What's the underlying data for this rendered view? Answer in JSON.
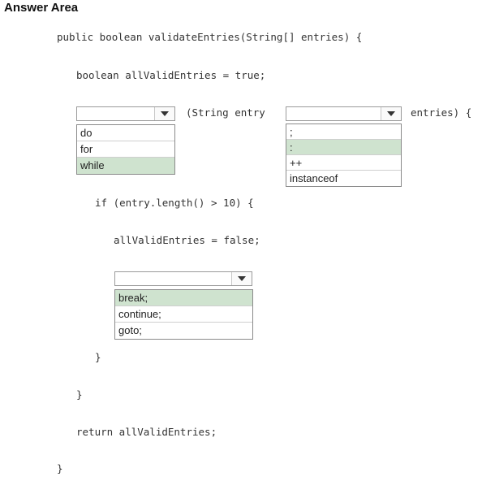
{
  "title": "Answer Area",
  "code": {
    "line1": "public boolean validateEntries(String[] entries) {",
    "line2": "boolean allValidEntries = true;",
    "loop_middle": "(String entry",
    "loop_end": "entries) {",
    "line_if": "if (entry.length() > 10) {",
    "line_assign": "allValidEntries = false;",
    "close_if": "}",
    "close_loop": "}",
    "line_return": "return allValidEntries;",
    "close_method": "}"
  },
  "dropdown1": {
    "options": [
      "do",
      "for",
      "while"
    ],
    "selected": "while"
  },
  "dropdown2": {
    "options": [
      ";",
      ":",
      "++",
      "instanceof"
    ],
    "selected": ":"
  },
  "dropdown3": {
    "options": [
      "break;",
      "continue;",
      "goto;"
    ],
    "selected": "break;"
  },
  "colors": {
    "selected_option": "#cfe3cf",
    "border": "#8a8a8a"
  }
}
